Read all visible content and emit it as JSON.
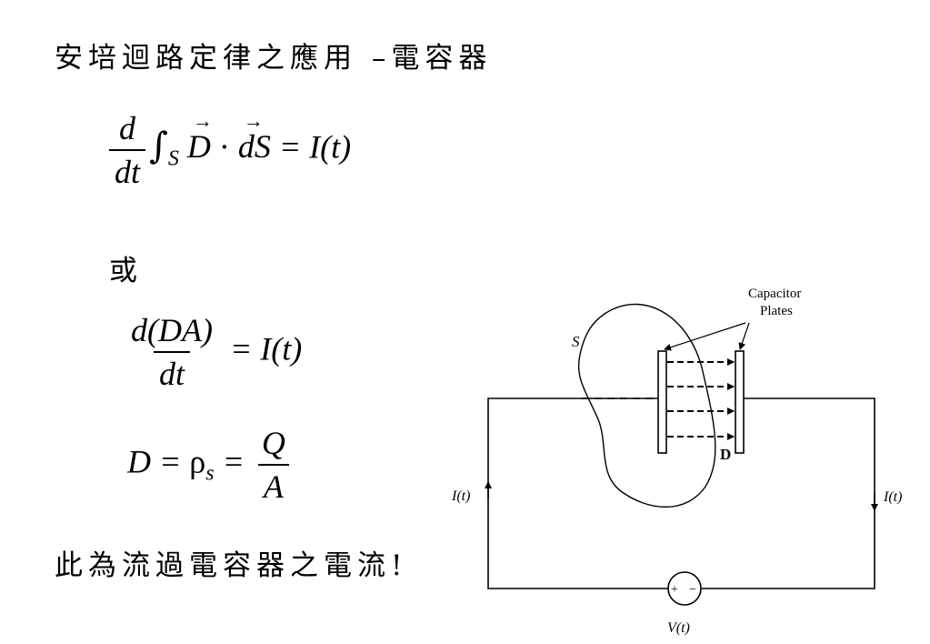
{
  "title": "安培迴路定律之應用 –電容器",
  "equation1": {
    "num": "d",
    "den": "dt",
    "integral": "∫",
    "sub": "S",
    "D": "D",
    "dot": "·",
    "dS": "dS",
    "rhs": "= I(t)"
  },
  "or_text": "或",
  "equation2": {
    "num": "d(DA)",
    "den": "dt",
    "rhs": "= I(t)"
  },
  "equation3": {
    "lhs": "D = ",
    "rho": "ρ",
    "sub": "s",
    "eq": " = ",
    "num": "Q",
    "den": "A"
  },
  "conclusion": "此為流過電容器之電流!",
  "diagram": {
    "capacitor_label_line1": "Capacitor",
    "capacitor_label_line2": "Plates",
    "surface_label": "S",
    "field_label": "D",
    "current_left": "I(t)",
    "current_right": "I(t)",
    "source_plus": "+",
    "source_minus": "−",
    "source_label": "V(t)"
  }
}
